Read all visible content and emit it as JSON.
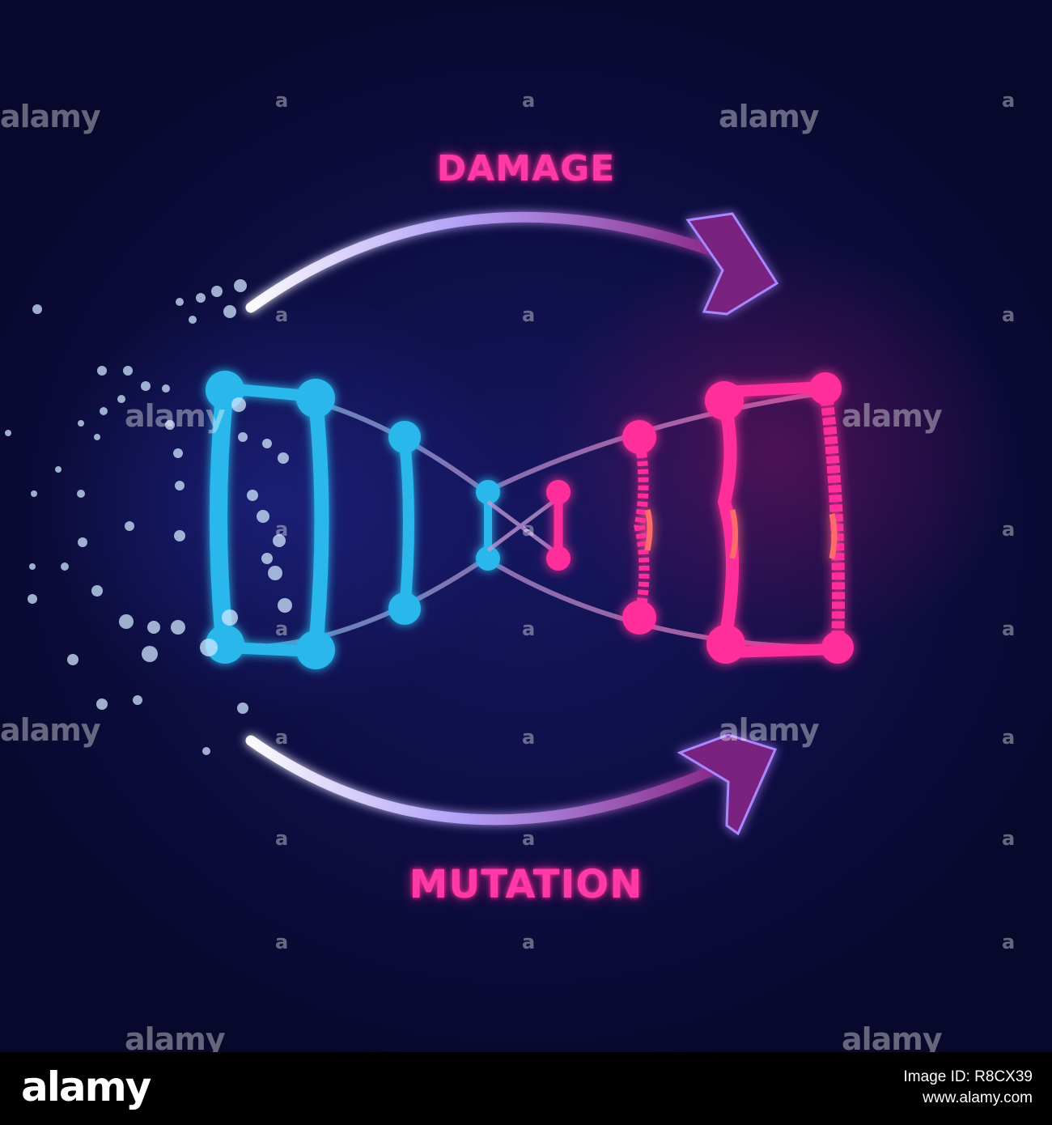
{
  "labels": {
    "damage": "DAMAGE",
    "mutation": "MUTATION"
  },
  "watermark": {
    "text": "alamy",
    "mark": "a"
  },
  "footer": {
    "logo": "alamy",
    "image_id": "Image ID: R8CX39",
    "site": "www.alamy.com"
  },
  "colors": {
    "background": "#0b0b3a",
    "healthy_dna": "#29b8ec",
    "damaged_dna": "#ff2f9a",
    "label": "#ff3aa6"
  },
  "icons": [
    "dna-healthy-icon",
    "dna-damaged-icon",
    "arrow-right-icon",
    "particle-dots"
  ]
}
